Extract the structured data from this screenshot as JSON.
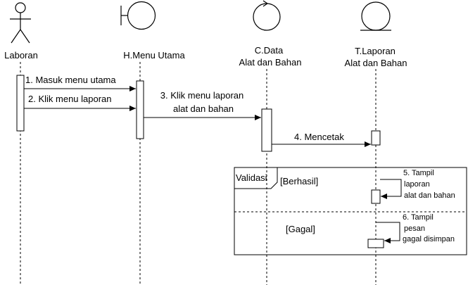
{
  "lifelines": [
    {
      "label": "Laboran",
      "icon": "actor-icon"
    },
    {
      "label": "H.Menu Utama",
      "icon": "boundary-icon"
    },
    {
      "label_lines": [
        "C.Data",
        "Alat dan Bahan"
      ],
      "icon": "control-icon"
    },
    {
      "label_lines": [
        "T.Laporan",
        "Alat dan Bahan"
      ],
      "icon": "entity-icon"
    }
  ],
  "messages": {
    "m1": "1. Masuk menu utama",
    "m2": "2. Klik menu laporan",
    "m3_lines": [
      "3. Klik menu laporan",
      "alat dan bahan"
    ],
    "m4": "4. Mencetak",
    "m5_lines": [
      "5. Tampil",
      "laporan",
      "alat dan bahan"
    ],
    "m6_lines": [
      "6. Tampil",
      "pesan",
      "gagal disimpan"
    ]
  },
  "fragment": {
    "operator": "Validasi",
    "guard_success": "[Berhasil]",
    "guard_fail": "[Gagal]"
  }
}
